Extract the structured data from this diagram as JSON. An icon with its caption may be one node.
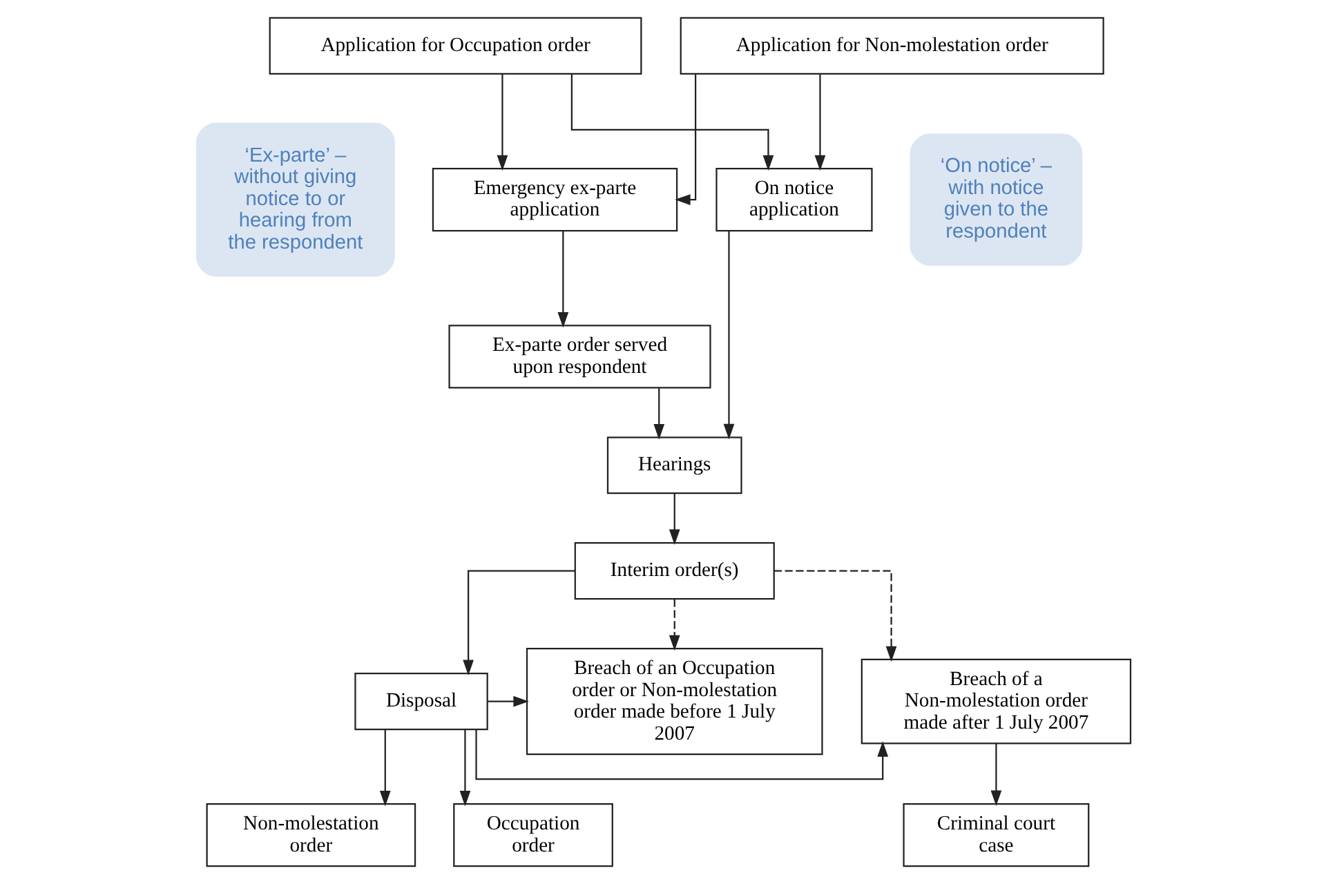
{
  "diagram": {
    "nodes": [
      {
        "text": [
          "Application for Occupation order"
        ]
      },
      {
        "text": [
          "Application for Non-molestation order"
        ]
      },
      {
        "text": [
          "Emergency ex-parte application"
        ]
      },
      {
        "text": [
          "On notice application"
        ]
      },
      {
        "text": [
          "Ex-parte order served upon respondent"
        ]
      },
      {
        "text": [
          "Hearings"
        ]
      },
      {
        "text": [
          "Interim order(s)"
        ]
      },
      {
        "text": [
          "Breach of an Occupation order or Non-molestation order made before 1 July 2007"
        ]
      },
      {
        "text": [
          "Disposal"
        ]
      },
      {
        "text": [
          "Breach of a Non-molestation order made after 1 July 2007"
        ]
      },
      {
        "text": [
          "Occupation order"
        ]
      },
      {
        "text": [
          "Non-molestation order"
        ]
      },
      {
        "text": [
          "Criminal court case"
        ]
      },
      {
        "text": [
          "‘Ex-parte’ – without giving notice to or hearing from the respondent"
        ]
      },
      {
        "text": [
          "‘On notice’ – with notice given to the respondent"
        ]
      }
    ],
    "edges": [
      {
        "from": 0,
        "to": 2,
        "arrow": "to"
      },
      {
        "from": 0,
        "to": 3,
        "arrow": "to"
      },
      {
        "from": 1,
        "to": 2,
        "arrow": "to"
      },
      {
        "from": 1,
        "to": 3,
        "arrow": "to"
      },
      {
        "from": 2,
        "to": 4,
        "arrow": "to"
      },
      {
        "from": 4,
        "to": 5,
        "arrow": "to"
      },
      {
        "from": 3,
        "to": 5,
        "arrow": "to"
      },
      {
        "from": 5,
        "to": 6,
        "arrow": "to"
      },
      {
        "from": 6,
        "to": 7,
        "arrow": "to",
        "style": "dashed"
      },
      {
        "from": 6,
        "to": 9,
        "arrow": "to",
        "style": "dashed"
      },
      {
        "from": 6,
        "to": 8,
        "arrow": "to"
      },
      {
        "from": 8,
        "to": 7,
        "arrow": "to"
      },
      {
        "from": 8,
        "to": 9,
        "arrow": "to"
      },
      {
        "from": 8,
        "to": 10,
        "arrow": "to"
      },
      {
        "from": 8,
        "to": 11,
        "arrow": "to"
      },
      {
        "from": 9,
        "to": 12,
        "arrow": "to"
      }
    ]
  }
}
